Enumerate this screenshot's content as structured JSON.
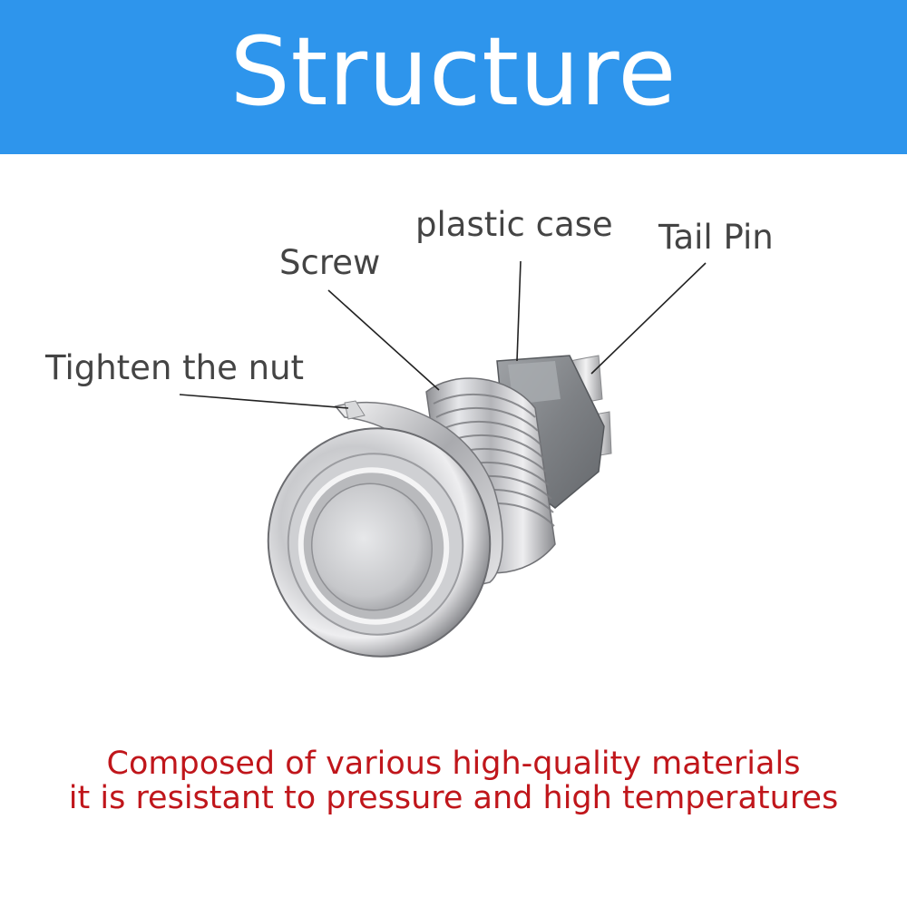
{
  "banner": {
    "title": "Structure",
    "color": "#2e95ec"
  },
  "callouts": {
    "plastic_case": "plastic case",
    "tail_pin": "Tail Pin",
    "screw": "Screw",
    "tighten_nut": "Tighten the nut"
  },
  "caption": {
    "line1": "Composed of various high-quality materials",
    "line2": "it is resistant to pressure and high temperatures",
    "color": "#c0161b"
  },
  "icons": {
    "product": "push-button-switch-icon"
  }
}
